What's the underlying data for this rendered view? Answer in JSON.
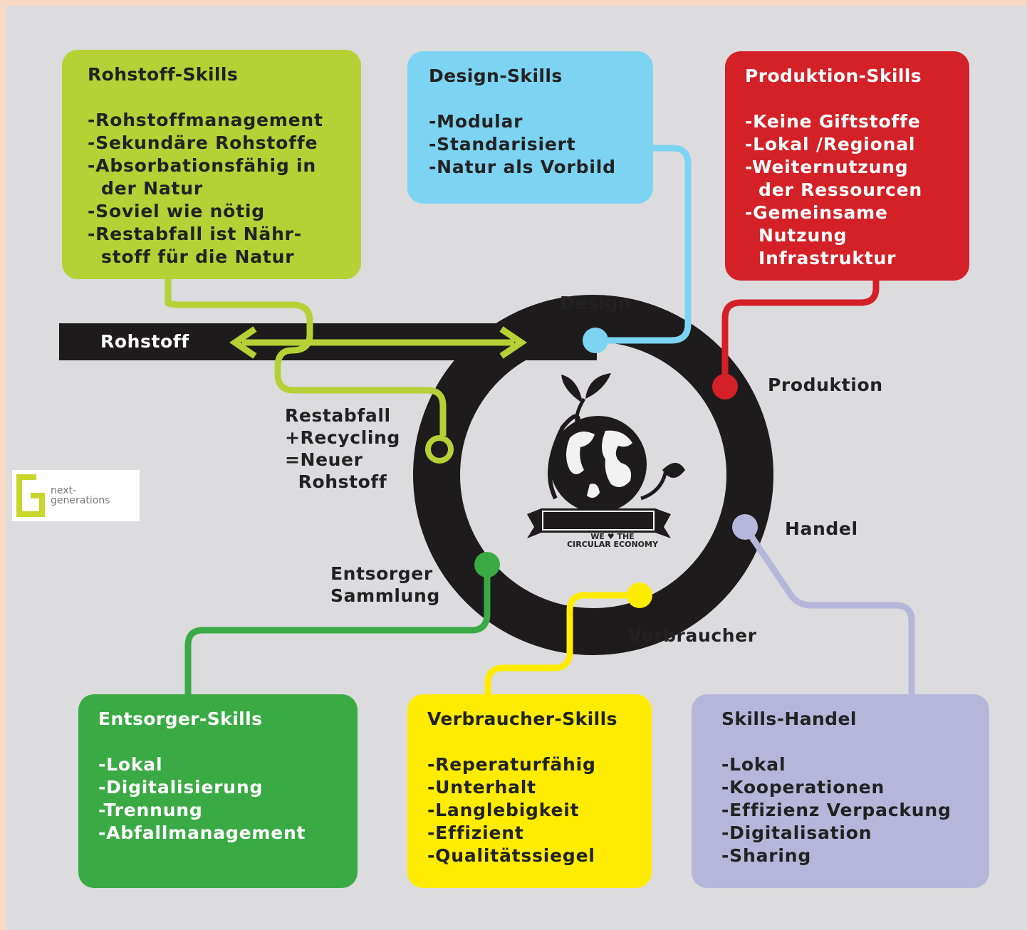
{
  "boxes": {
    "rohstoff": {
      "title": "Rohstoff-Skills",
      "items": [
        "-Rohstoffmanagement",
        "-Sekundäre Rohstoffe",
        "-Absorbationsfähig in",
        "  der Natur",
        "-Soviel wie nötig",
        "-Restabfall ist Nähr-",
        "  stoff für die Natur"
      ]
    },
    "design": {
      "title": "Design-Skills",
      "items": [
        "-Modular",
        "-Standarisiert",
        "-Natur als Vorbild"
      ]
    },
    "produktion": {
      "title": "Produktion-Skills",
      "items": [
        "-Keine Giftstoffe",
        "-Lokal /Regional",
        "-Weiternutzung",
        "  der Ressourcen",
        "-Gemeinsame",
        "  Nutzung",
        "  Infrastruktur"
      ]
    },
    "entsorger": {
      "title": "Entsorger-Skills",
      "items": [
        "-Lokal",
        "-Digitalisierung",
        "-Trennung",
        "-Abfallmanagement"
      ]
    },
    "verbraucher": {
      "title": "Verbraucher-Skills",
      "items": [
        "-Reperaturfähig",
        "-Unterhalt",
        "-Langlebigkeit",
        "-Effizient",
        "-Qualitätssiegel"
      ]
    },
    "handel": {
      "title": "Skills-Handel",
      "items": [
        "-Lokal",
        "-Kooperationen",
        "-Effizienz Verpackung",
        "-Digitalisation",
        "-Sharing"
      ]
    }
  },
  "stations": {
    "rohstoff": "Rohstoff",
    "design": "Design",
    "produktion": "Produktion",
    "handel": "Handel",
    "verbraucher": "Verbraucher",
    "entsorger": "Entsorger\nSammlung",
    "restabfall": "Restabfall\n+Recycling\n=Neuer\n  Rohstoff"
  },
  "emblem": {
    "banner": "WE ♥ THE",
    "sub": "CIRCULAR ECONOMY"
  },
  "logo": {
    "text": "next-\ngenerations"
  },
  "colors": {
    "rohstoff": "#b5d135",
    "design": "#7dd3f2",
    "produktion": "#d42027",
    "entsorger": "#3aaa45",
    "verbraucher": "#ffec00",
    "handel": "#b6b6da",
    "ring": "#1d1b1b"
  }
}
